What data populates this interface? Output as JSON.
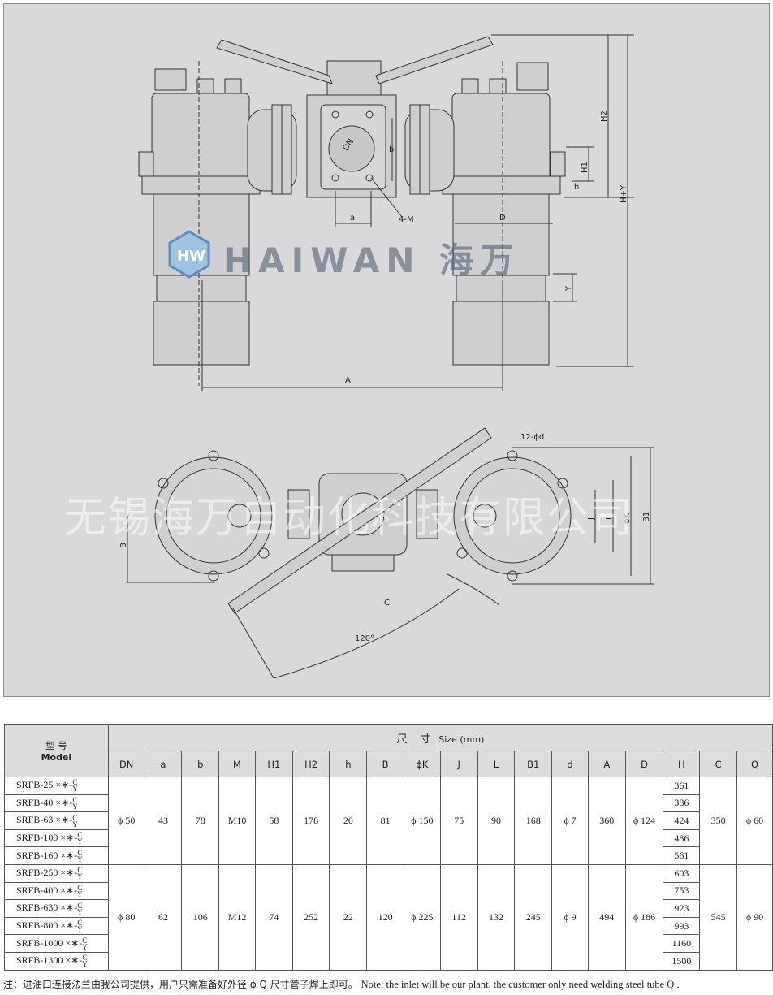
{
  "watermark": {
    "brand_en": "HAIWAN",
    "brand_cn": "海万",
    "company": "无锡海万自动化科技有限公司"
  },
  "drawing_labels": {
    "dn": "DN",
    "b": "b",
    "a": "a",
    "m": "4-M",
    "d_cap": "D",
    "h2": "H2",
    "hy": "H+Y",
    "h1": "H1",
    "h": "h",
    "y": "Y",
    "a_cap": "A",
    "d_holes": "12-ϕd",
    "j": "J",
    "l": "L",
    "phik": "ϕK",
    "b1": "B1",
    "b_cap": "B",
    "c": "C",
    "angle": "120°"
  },
  "table": {
    "model_header_cn": "型  号",
    "model_header_en": "Model",
    "size_header_cn": "尺  寸",
    "size_header_en": "Size (mm)",
    "columns": [
      "DN",
      "a",
      "b",
      "M",
      "H1",
      "H2",
      "h",
      "B",
      "ϕK",
      "J",
      "L",
      "B1",
      "d",
      "A",
      "D",
      "H",
      "C",
      "Q"
    ],
    "models": [
      "SRFB-25 ×∗-",
      "SRFB-40 ×∗-",
      "SRFB-63 ×∗-",
      "SRFB-100 ×∗-",
      "SRFB-160 ×∗-",
      "SRFB-250 ×∗-",
      "SRFB-400 ×∗-",
      "SRFB-630 ×∗-",
      "SRFB-800 ×∗-",
      "SRFB-1000 ×∗-",
      "SRFB-1300 ×∗-"
    ],
    "suffix_top": "C",
    "suffix_bottom": "Y",
    "group1": [
      "ϕ 50",
      "43",
      "78",
      "M10",
      "58",
      "178",
      "20",
      "81",
      "ϕ 150",
      "75",
      "90",
      "168",
      "ϕ 7",
      "360",
      "ϕ 124",
      "350",
      "ϕ 60"
    ],
    "group2": [
      "ϕ 80",
      "62",
      "106",
      "M12",
      "74",
      "252",
      "22",
      "120",
      "ϕ 225",
      "112",
      "132",
      "245",
      "ϕ 9",
      "494",
      "ϕ 186",
      "545",
      "ϕ 90"
    ],
    "h_values": [
      "361",
      "386",
      "424",
      "486",
      "561",
      "603",
      "753",
      "923",
      "993",
      "1160",
      "1500"
    ]
  },
  "note": {
    "cn": "注：进油口连接法兰由我公司提供，用户只需准备好外径 ϕ Q 尺寸管子焊上即可。",
    "en": "Note:  the inlet will be our plant, the customer only need welding steel tube Q ."
  }
}
